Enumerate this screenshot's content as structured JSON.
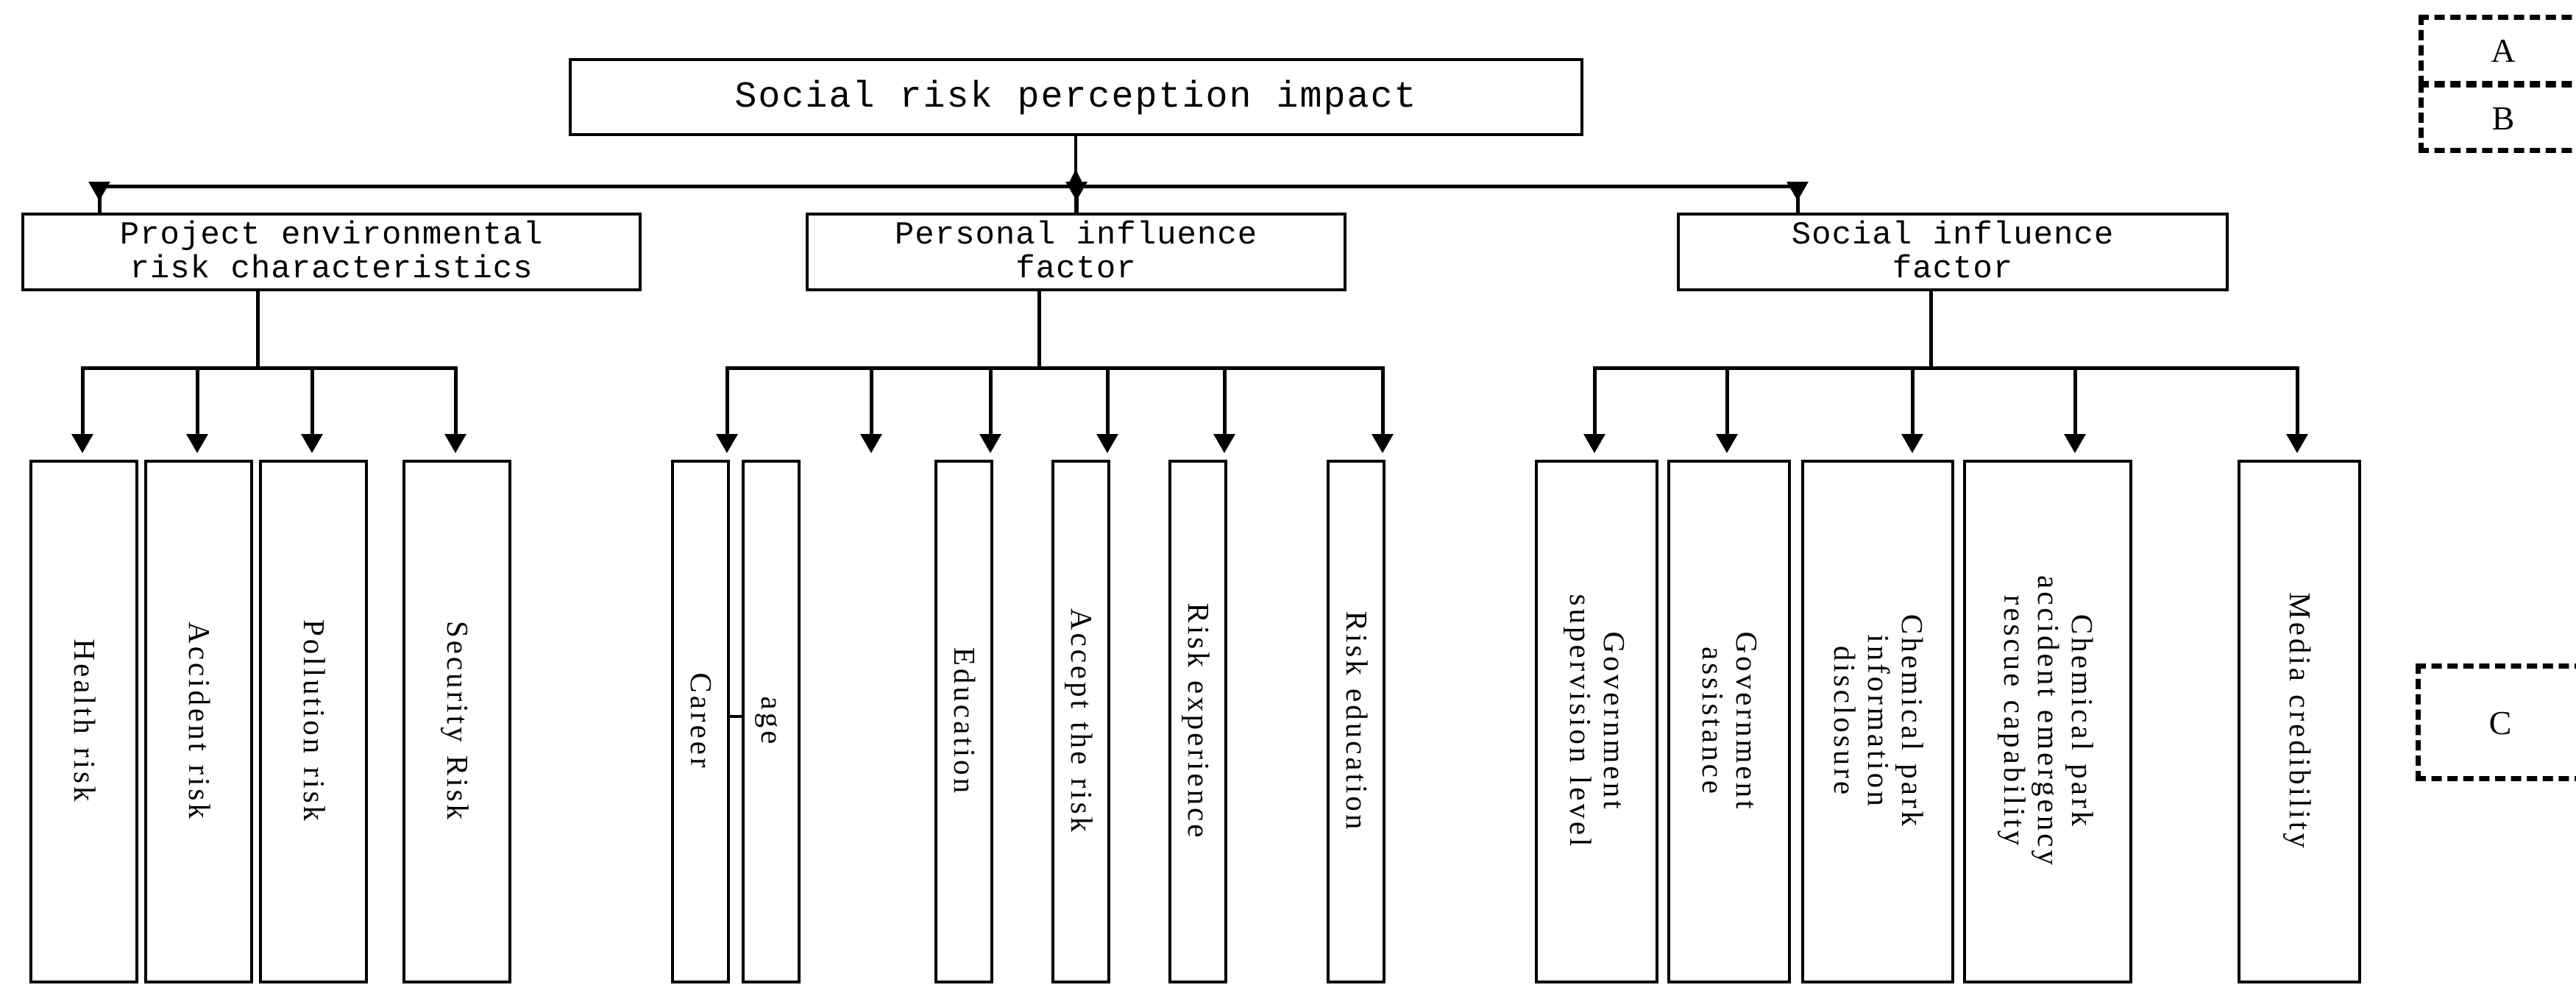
{
  "diagram": {
    "root": {
      "label": "Social risk perception impact"
    },
    "level2": [
      {
        "label": "Project environmental\nrisk characteristics"
      },
      {
        "label": "Personal influence\nfactor"
      },
      {
        "label": "Social influence\nfactor"
      }
    ],
    "groups": [
      {
        "name": "project-environmental-risk-characteristics",
        "leaves": [
          {
            "label": "Health risk"
          },
          {
            "label": "Accident risk"
          },
          {
            "label": "Pollution risk"
          },
          {
            "label": "Security Risk"
          }
        ]
      },
      {
        "name": "personal-influence-factor",
        "leaves": [
          {
            "label": "Career"
          },
          {
            "label": "age"
          },
          {
            "label": "Education"
          },
          {
            "label": "Accept the risk"
          },
          {
            "label": "Risk experience"
          },
          {
            "label": "Risk education"
          }
        ]
      },
      {
        "name": "social-influence-factor",
        "leaves": [
          {
            "label": "Government\nsupervision level"
          },
          {
            "label": "Government\nassistance"
          },
          {
            "label": "Chemical park\ninformation\ndisclosure"
          },
          {
            "label": "Chemical park\naccident emergency\nrescue capability"
          },
          {
            "label": "Media credibility"
          }
        ]
      }
    ],
    "legend": [
      {
        "label": "A"
      },
      {
        "label": "B"
      },
      {
        "label": "C"
      }
    ]
  },
  "colors": {
    "line": "#000000",
    "background": "#ffffff"
  }
}
